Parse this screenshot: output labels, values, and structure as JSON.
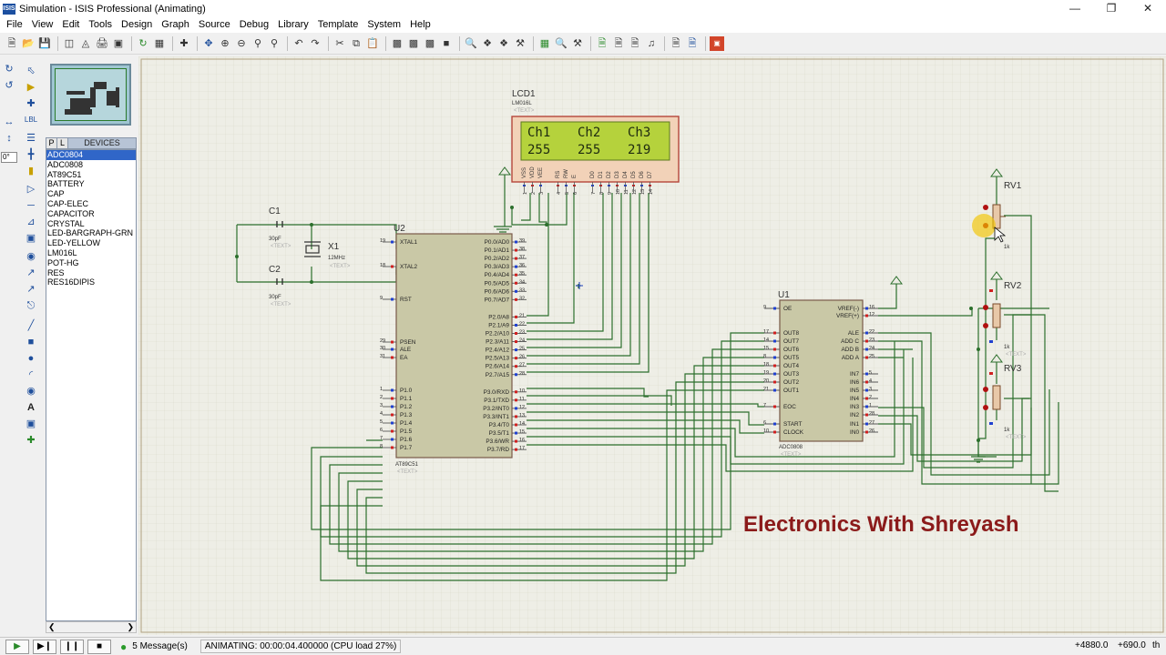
{
  "window": {
    "title": "Simulation - ISIS Professional (Animating)",
    "app_icon": "ISIS"
  },
  "menu": [
    "File",
    "Edit",
    "View",
    "Tools",
    "Design",
    "Graph",
    "Source",
    "Debug",
    "Library",
    "Template",
    "System",
    "Help"
  ],
  "rotation": "0°",
  "devices_panel": {
    "tab_p": "P",
    "tab_l": "L",
    "title": "DEVICES",
    "items": [
      "ADC0804",
      "ADC0808",
      "AT89C51",
      "BATTERY",
      "CAP",
      "CAP-ELEC",
      "CAPACITOR",
      "CRYSTAL",
      "LED-BARGRAPH-GRN",
      "LED-YELLOW",
      "LM016L",
      "POT-HG",
      "RES",
      "RES16DIPIS"
    ],
    "selected": "ADC0804"
  },
  "lcd": {
    "ref": "LCD1",
    "part": "LM016L",
    "text_tag": "<TEXT>",
    "line1": [
      "Ch1",
      "Ch2",
      "Ch3"
    ],
    "line2": [
      "255",
      "255",
      "219"
    ],
    "pins": [
      "VSS",
      "VDD",
      "VEE",
      "RS",
      "RW",
      "E",
      "D0",
      "D1",
      "D2",
      "D3",
      "D4",
      "D5",
      "D6",
      "D7"
    ],
    "pin_numbers": [
      "1",
      "2",
      "3",
      "4",
      "5",
      "6",
      "7",
      "8",
      "9",
      "10",
      "11",
      "12",
      "13",
      "14"
    ]
  },
  "mcu": {
    "ref": "U2",
    "part": "AT89C51",
    "text_tag": "<TEXT>",
    "left_pins": [
      {
        "name": "XTAL1",
        "num": "19"
      },
      {
        "name": "XTAL2",
        "num": "18"
      },
      {
        "name": "RST",
        "num": "9"
      },
      {
        "name": "PSEN",
        "num": "29"
      },
      {
        "name": "ALE",
        "num": "30"
      },
      {
        "name": "EA",
        "num": "31"
      },
      {
        "name": "P1.0",
        "num": "1"
      },
      {
        "name": "P1.1",
        "num": "2"
      },
      {
        "name": "P1.2",
        "num": "3"
      },
      {
        "name": "P1.3",
        "num": "4"
      },
      {
        "name": "P1.4",
        "num": "5"
      },
      {
        "name": "P1.5",
        "num": "6"
      },
      {
        "name": "P1.6",
        "num": "7"
      },
      {
        "name": "P1.7",
        "num": "8"
      }
    ],
    "right_pins": [
      {
        "name": "P0.0/AD0",
        "num": "39"
      },
      {
        "name": "P0.1/AD1",
        "num": "38"
      },
      {
        "name": "P0.2/AD2",
        "num": "37"
      },
      {
        "name": "P0.3/AD3",
        "num": "36"
      },
      {
        "name": "P0.4/AD4",
        "num": "35"
      },
      {
        "name": "P0.5/AD5",
        "num": "34"
      },
      {
        "name": "P0.6/AD6",
        "num": "33"
      },
      {
        "name": "P0.7/AD7",
        "num": "32"
      },
      {
        "name": "P2.0/A8",
        "num": "21"
      },
      {
        "name": "P2.1/A9",
        "num": "22"
      },
      {
        "name": "P2.2/A10",
        "num": "23"
      },
      {
        "name": "P2.3/A11",
        "num": "24"
      },
      {
        "name": "P2.4/A12",
        "num": "25"
      },
      {
        "name": "P2.5/A13",
        "num": "26"
      },
      {
        "name": "P2.6/A14",
        "num": "27"
      },
      {
        "name": "P2.7/A15",
        "num": "28"
      },
      {
        "name": "P3.0/RXD",
        "num": "10"
      },
      {
        "name": "P3.1/TXD",
        "num": "11"
      },
      {
        "name": "P3.2/INT0",
        "num": "12"
      },
      {
        "name": "P3.3/INT1",
        "num": "13"
      },
      {
        "name": "P3.4/T0",
        "num": "14"
      },
      {
        "name": "P3.5/T1",
        "num": "15"
      },
      {
        "name": "P3.6/WR",
        "num": "16"
      },
      {
        "name": "P3.7/RD",
        "num": "17"
      }
    ]
  },
  "adc": {
    "ref": "U1",
    "part": "ADC0808",
    "text_tag": "<TEXT>",
    "left_pins": [
      {
        "name": "OE",
        "num": "9"
      },
      {
        "name": "OUT8",
        "num": "17"
      },
      {
        "name": "OUT7",
        "num": "14"
      },
      {
        "name": "OUT6",
        "num": "15"
      },
      {
        "name": "OUT5",
        "num": "8"
      },
      {
        "name": "OUT4",
        "num": "18"
      },
      {
        "name": "OUT3",
        "num": "19"
      },
      {
        "name": "OUT2",
        "num": "20"
      },
      {
        "name": "OUT1",
        "num": "21"
      },
      {
        "name": "EOC",
        "num": "7"
      },
      {
        "name": "START",
        "num": "6"
      },
      {
        "name": "CLOCK",
        "num": "10"
      }
    ],
    "right_pins": [
      {
        "name": "VREF(-)",
        "num": "16"
      },
      {
        "name": "VREF(+)",
        "num": "12"
      },
      {
        "name": "ALE",
        "num": "22"
      },
      {
        "name": "ADD C",
        "num": "23"
      },
      {
        "name": "ADD B",
        "num": "24"
      },
      {
        "name": "ADD A",
        "num": "25"
      },
      {
        "name": "IN7",
        "num": "5"
      },
      {
        "name": "IN6",
        "num": "4"
      },
      {
        "name": "IN5",
        "num": "3"
      },
      {
        "name": "IN4",
        "num": "2"
      },
      {
        "name": "IN3",
        "num": "1"
      },
      {
        "name": "IN2",
        "num": "28"
      },
      {
        "name": "IN1",
        "num": "27"
      },
      {
        "name": "IN0",
        "num": "26"
      }
    ]
  },
  "c1": {
    "ref": "C1",
    "value": "30pF",
    "text_tag": "<TEXT>"
  },
  "c2": {
    "ref": "C2",
    "value": "30pF",
    "text_tag": "<TEXT>"
  },
  "x1": {
    "ref": "X1",
    "value": "12MHz",
    "text_tag": "<TEXT>"
  },
  "rv1": {
    "ref": "RV1",
    "value": "1k"
  },
  "rv2": {
    "ref": "RV2",
    "value": "1k",
    "text_tag": "<TEXT>"
  },
  "rv3": {
    "ref": "RV3",
    "value": "1k",
    "text_tag": "<TEXT>"
  },
  "watermark": "Electronics With Shreyash",
  "status": {
    "messages": "5 Message(s)",
    "animating": "ANIMATING: 00:00:04.400000 (CPU load 27%)",
    "coord_x": "+4880.0",
    "coord_y": "+690.0",
    "unit": "th"
  },
  "colors": {
    "wire": "#2c6f2c",
    "chip_fill": "#c9c8a6",
    "lcd_fill": "#b5d23c",
    "grid": "#dcdcd0",
    "watermark": "#8b1a1a",
    "canvas_bg": "#eeeee6"
  }
}
